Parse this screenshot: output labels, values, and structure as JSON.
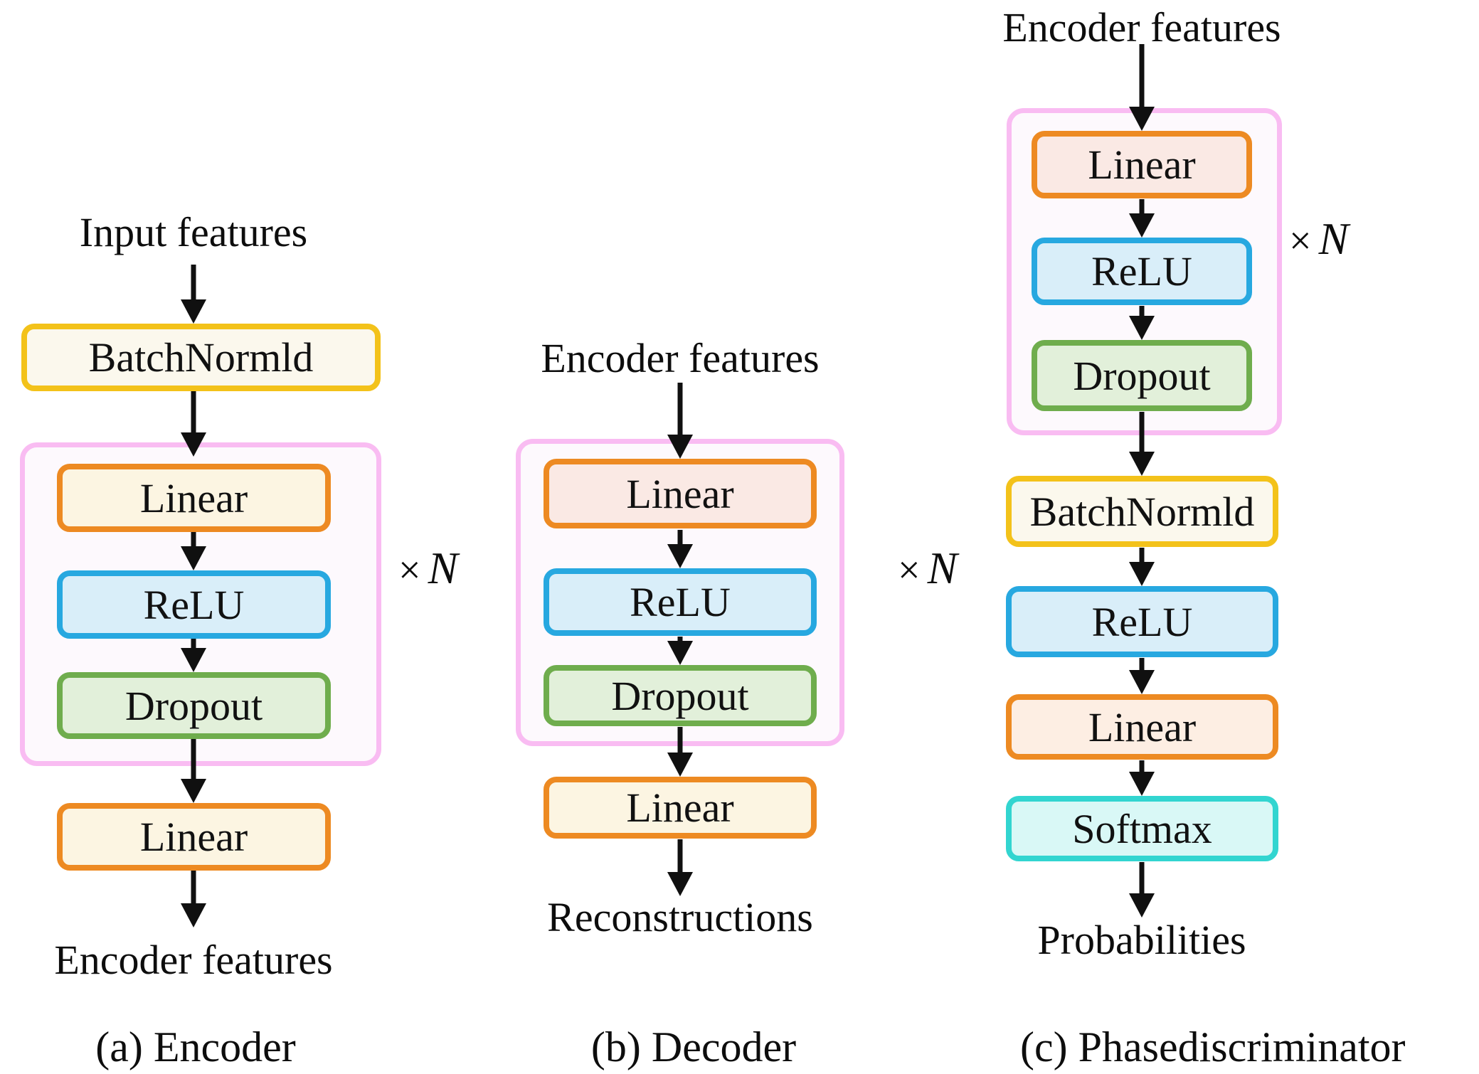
{
  "figure": {
    "title": "Neural network architecture diagram with three sub-figures",
    "repeat_times": "×",
    "repeat_var": "N"
  },
  "colors": {
    "background": "#ffffff",
    "group_border_pink": "#F9BCF2",
    "group_fill": "#FDF9FD",
    "gold_border": "#F3C21A",
    "ivory_fill": "#FBF8ED",
    "orange_border": "#ED8A22",
    "cream_fill": "#FCF5E2",
    "pink_fill": "#FAE9E4",
    "peach_fill": "#FDEEE3",
    "blue_border": "#27A8E0",
    "blue_fill": "#D9EEF9",
    "green_border": "#6FAD4D",
    "green_fill": "#E2F0DA",
    "cyan_border": "#32D5D0",
    "cyan_fill": "#D9F8F6",
    "arrow": "#101010",
    "text": "#0d0d0d"
  },
  "columns": {
    "a": {
      "input_label": "Input features",
      "blocks": {
        "batchnorm": "BatchNormld",
        "linear1": "Linear",
        "relu": "ReLU",
        "dropout": "Dropout",
        "linear2": "Linear"
      },
      "output_label": "Encoder features",
      "caption": "(a) Encoder"
    },
    "b": {
      "input_label": "Encoder features",
      "blocks": {
        "linear1": "Linear",
        "relu": "ReLU",
        "dropout": "Dropout",
        "linear2": "Linear"
      },
      "output_label": "Reconstructions",
      "caption": "(b) Decoder"
    },
    "c": {
      "input_label": "Encoder features",
      "blocks": {
        "linear1": "Linear",
        "relu1": "ReLU",
        "dropout": "Dropout",
        "batchnorm": "BatchNormld",
        "relu2": "ReLU",
        "linear2": "Linear",
        "softmax": "Softmax"
      },
      "output_label": "Probabilities",
      "caption": "(c) Phasediscriminator"
    }
  }
}
